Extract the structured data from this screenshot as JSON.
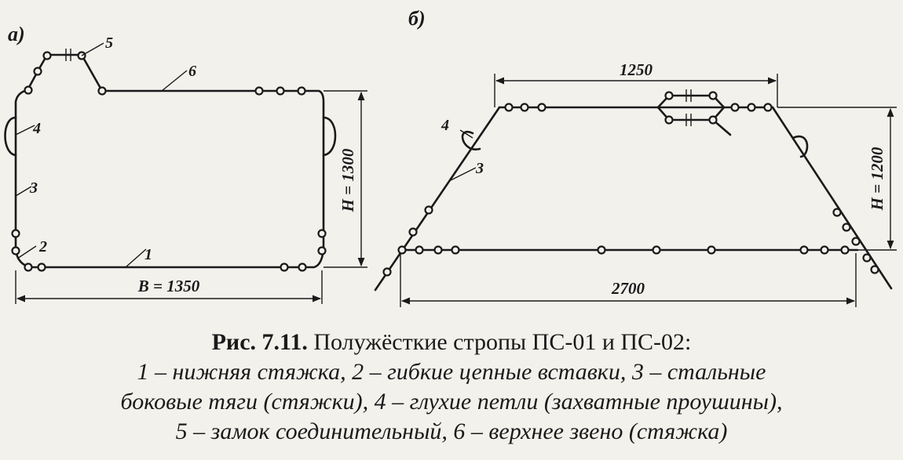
{
  "figure": {
    "panel_a": {
      "label": "а)",
      "callouts": [
        "1",
        "2",
        "3",
        "4",
        "5",
        "6"
      ],
      "width_dim": "B = 1350",
      "height_dim": "H = 1300"
    },
    "panel_b": {
      "label": "б)",
      "callouts": [
        "3",
        "4"
      ],
      "top_dim": "1250",
      "bottom_dim": "2700",
      "height_dim": "H = 1200"
    }
  },
  "caption": {
    "fig_number": "Рис. 7.11.",
    "title": "Полужёсткие стропы ПС-01 и ПС-02:",
    "lines": [
      "1 – нижняя стяжка, 2 – гибкие цепные вставки, 3 – стальные",
      "боковые тяги (стяжки), 4 – глухие петли (захватные проушины),",
      "5 – замок соединительный, 6 – верхнее звено (стяжка)"
    ]
  }
}
